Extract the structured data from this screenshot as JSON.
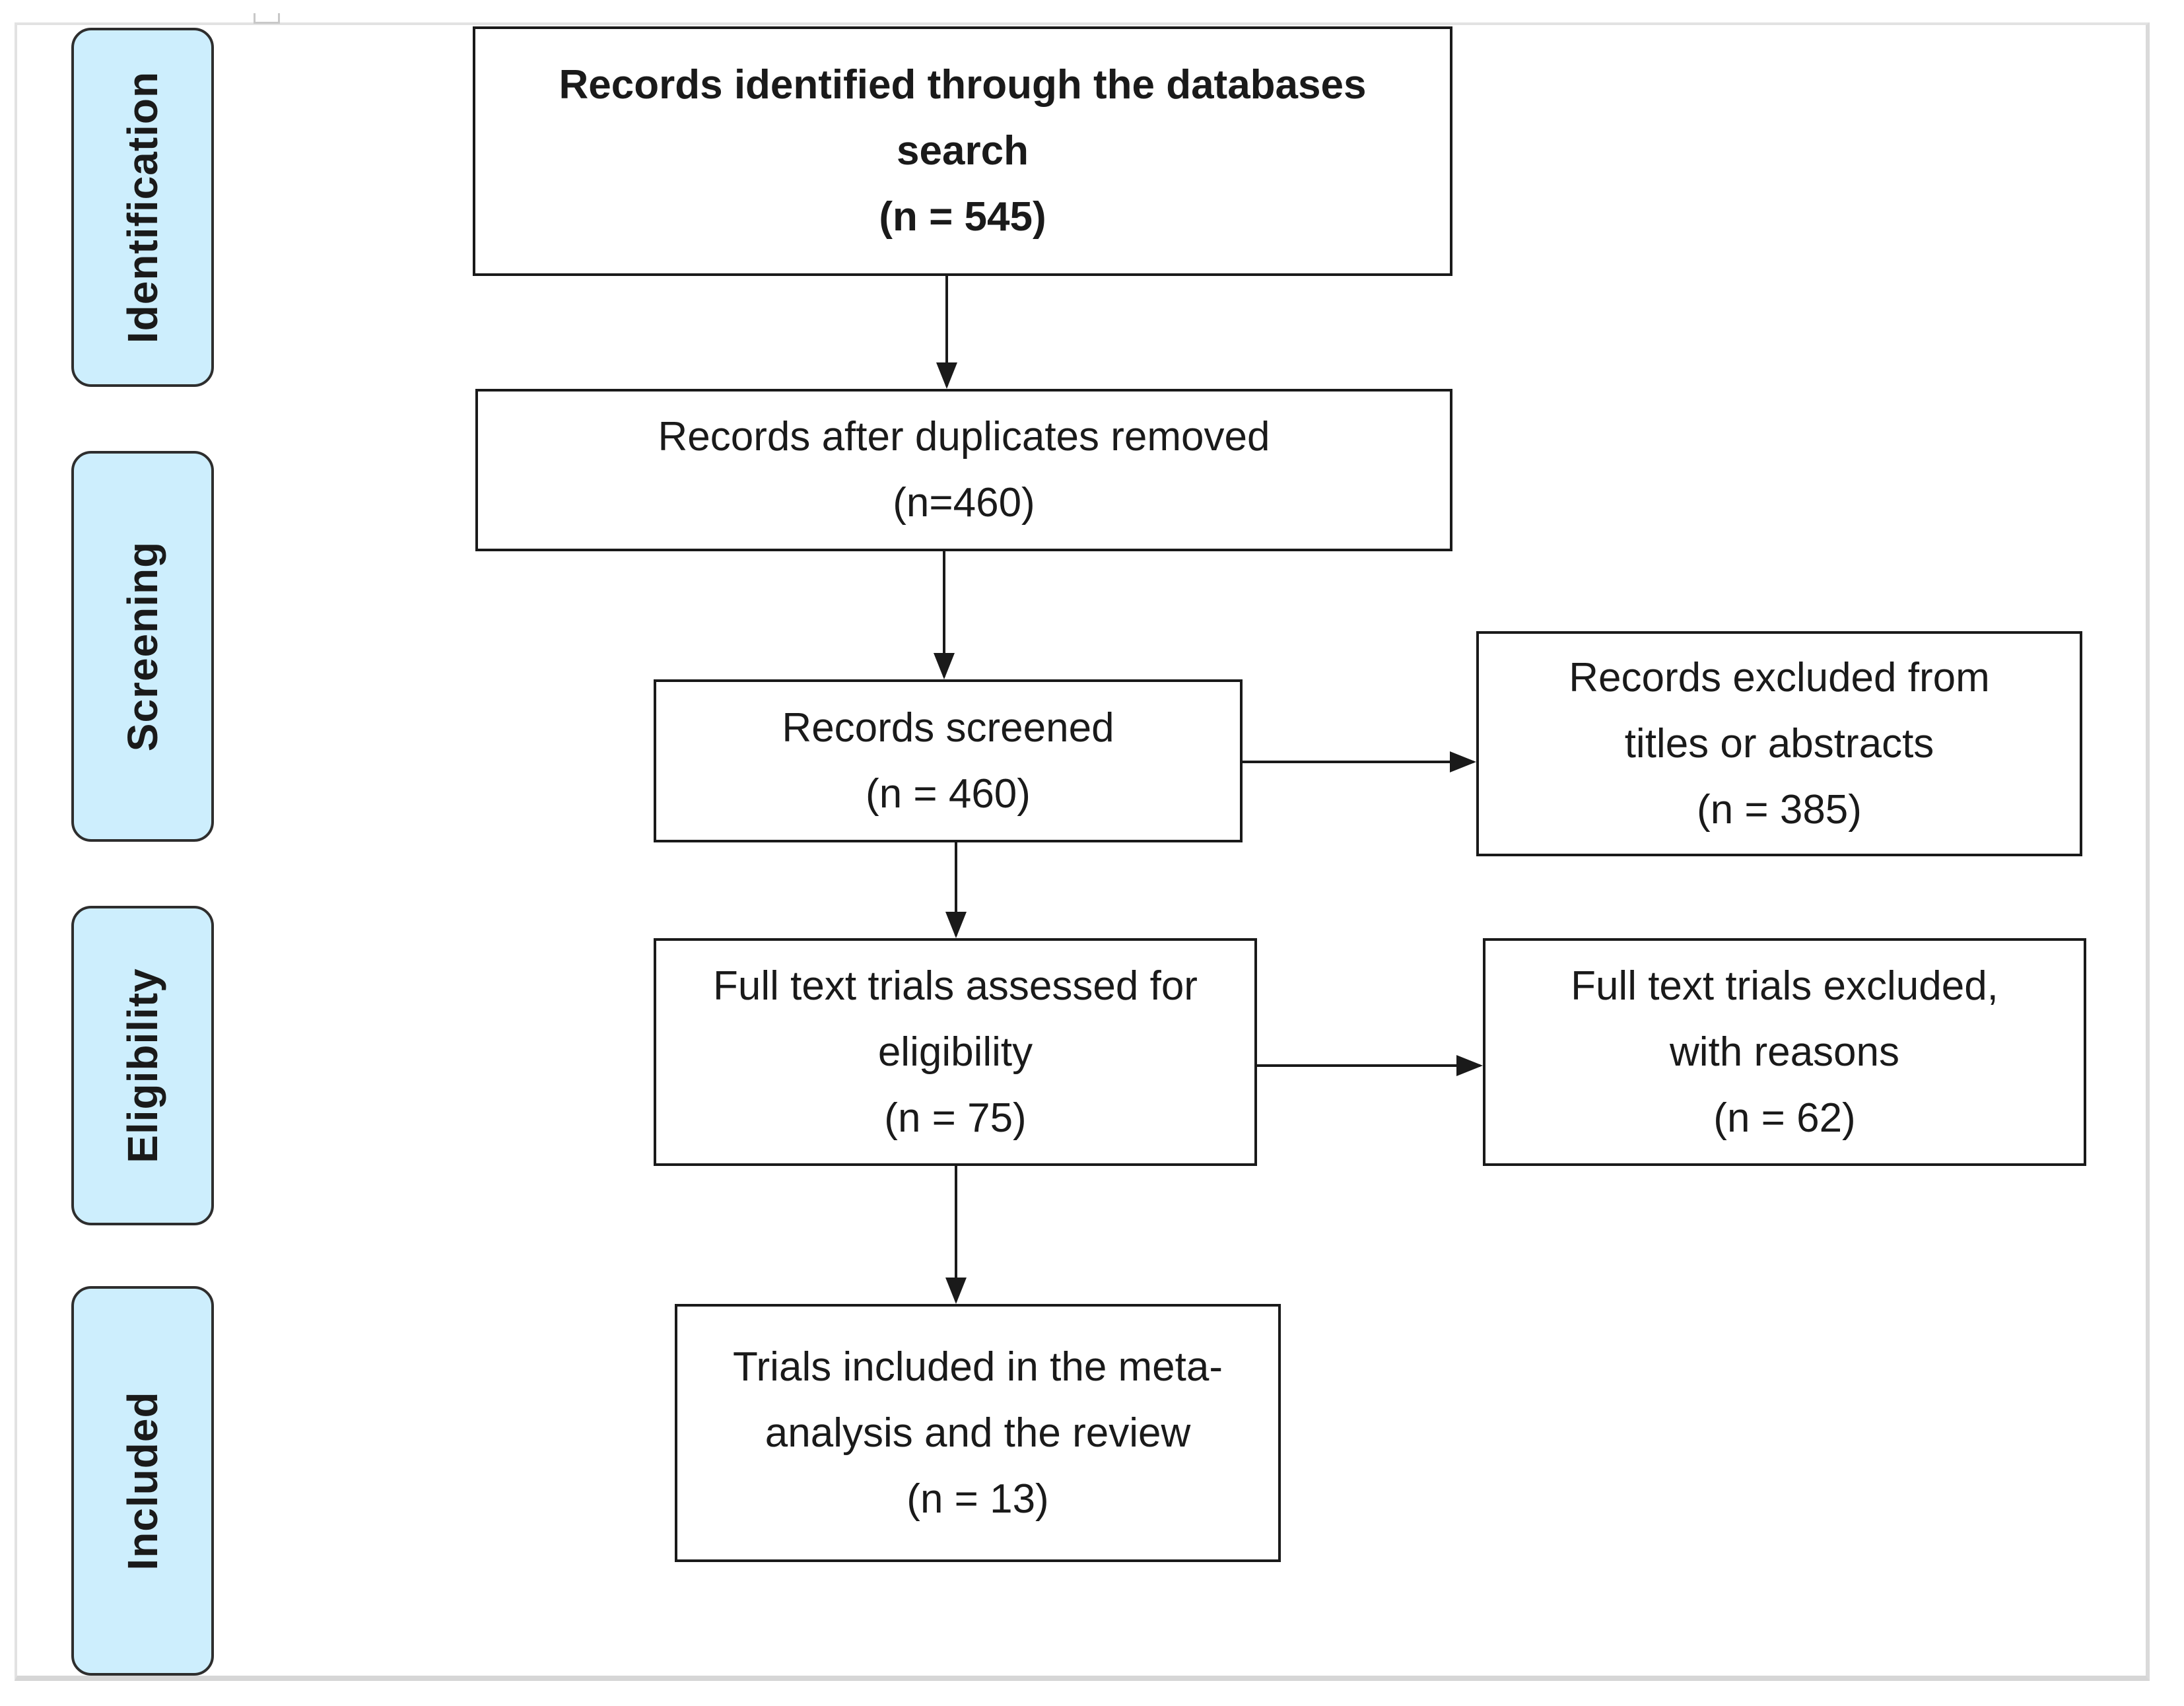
{
  "stages": [
    {
      "id": "identification",
      "label": "Identification"
    },
    {
      "id": "screening",
      "label": "Screening"
    },
    {
      "id": "eligibility",
      "label": "Eligibility"
    },
    {
      "id": "included",
      "label": "Included"
    }
  ],
  "boxes": {
    "identified": {
      "line1": "Records identified through the databases",
      "line2": "search",
      "line3": "(n = 545)"
    },
    "deduplicated": {
      "line1": "Records after duplicates removed",
      "line2": "(n=460)"
    },
    "screened": {
      "line1": "Records screened",
      "line2": "(n = 460)"
    },
    "excluded_titles": {
      "line1": "Records excluded from",
      "line2": "titles or abstracts",
      "line3": "(n = 385)"
    },
    "assessed": {
      "line1": "Full text trials assessed for",
      "line2": "eligibility",
      "line3": "(n = 75)"
    },
    "excluded_fulltext": {
      "line1": "Full text trials excluded,",
      "line2": "with reasons",
      "line3": "(n = 62)"
    },
    "included": {
      "line1": "Trials included in the meta-",
      "line2": "analysis and the review",
      "line3": "(n = 13)"
    }
  },
  "colors": {
    "stage_fill": "#cdeefd",
    "stroke": "#1a1a1a"
  }
}
